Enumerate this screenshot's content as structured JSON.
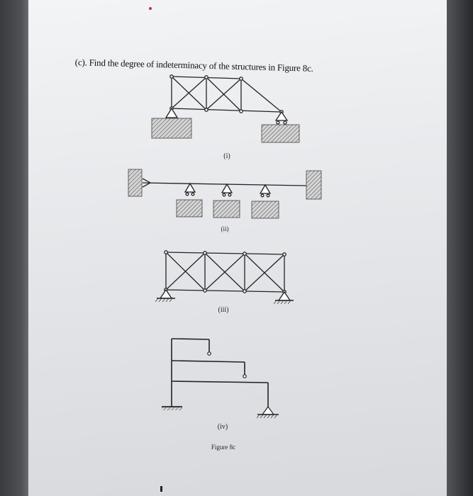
{
  "question": "(c). Find the degree of indeterminacy of the structures in Figure 8c.",
  "figures": {
    "label_i": "(i)",
    "label_ii": "(ii)",
    "label_iii": "(iii)",
    "label_iv": "(iv)"
  },
  "caption": "Figure 8c"
}
